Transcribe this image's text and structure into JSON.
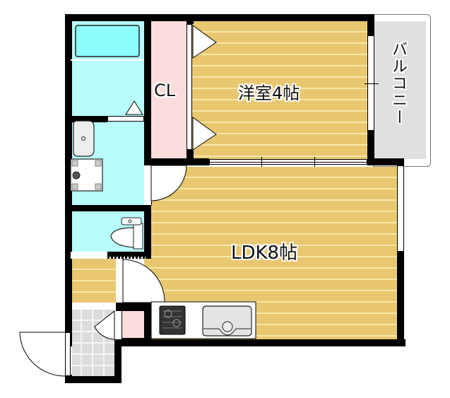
{
  "floor_plan": {
    "rooms": {
      "western_room": {
        "label": "洋室4帖",
        "type": "bedroom",
        "size_jo": 4
      },
      "ldk": {
        "label": "LDK8帖",
        "type": "living-dining-kitchen",
        "size_jo": 8
      },
      "closet": {
        "label": "CL",
        "type": "closet"
      },
      "balcony": {
        "label": "バルコニー",
        "type": "balcony"
      },
      "bathroom": {
        "label": "",
        "type": "bathroom"
      },
      "washroom": {
        "label": "",
        "type": "washroom"
      },
      "toilet": {
        "label": "",
        "type": "toilet"
      },
      "entrance": {
        "label": "",
        "type": "entrance"
      }
    },
    "colors": {
      "wood_floor": "#e8c770",
      "wood_line": "#f7e6a8",
      "wet_area": "#b8fcfc",
      "closet": "#fcdcdc",
      "balcony": "#e0e0e0",
      "wall": "#000000"
    }
  }
}
